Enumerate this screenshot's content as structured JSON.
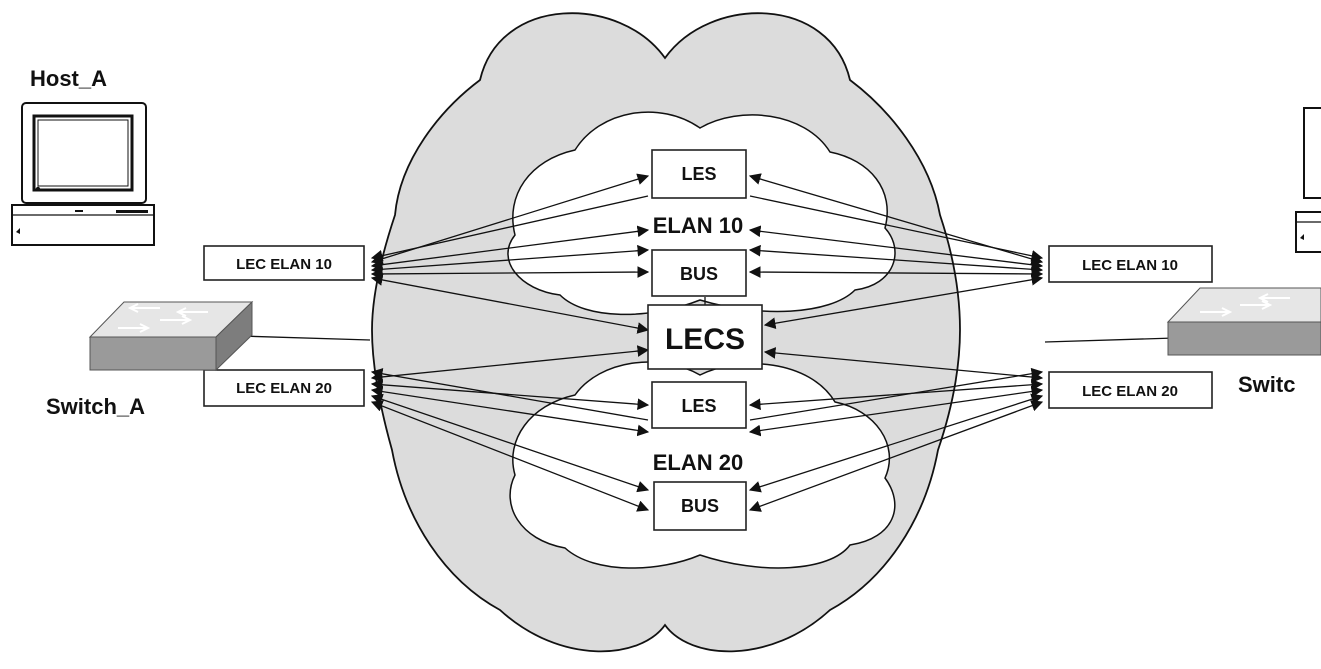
{
  "nodes": {
    "host_a": "Host_A",
    "switch_a": "Switch_A",
    "switch_b": "Switc",
    "lecs": "LECS",
    "elan10_les": "LES",
    "elan10_bus": "BUS",
    "elan10_label": "ELAN 10",
    "elan20_les": "LES",
    "elan20_bus": "BUS",
    "elan20_label": "ELAN 20",
    "left_lec10": "LEC ELAN 10",
    "left_lec20": "LEC ELAN 20",
    "right_lec10": "LEC ELAN 10",
    "right_lec20": "LEC ELAN 20"
  },
  "colors": {
    "cloud_outer": "#dcdcdc",
    "cloud_inner": "#ffffff",
    "switch_body": "#9a9a9a",
    "outline": "#111111"
  }
}
